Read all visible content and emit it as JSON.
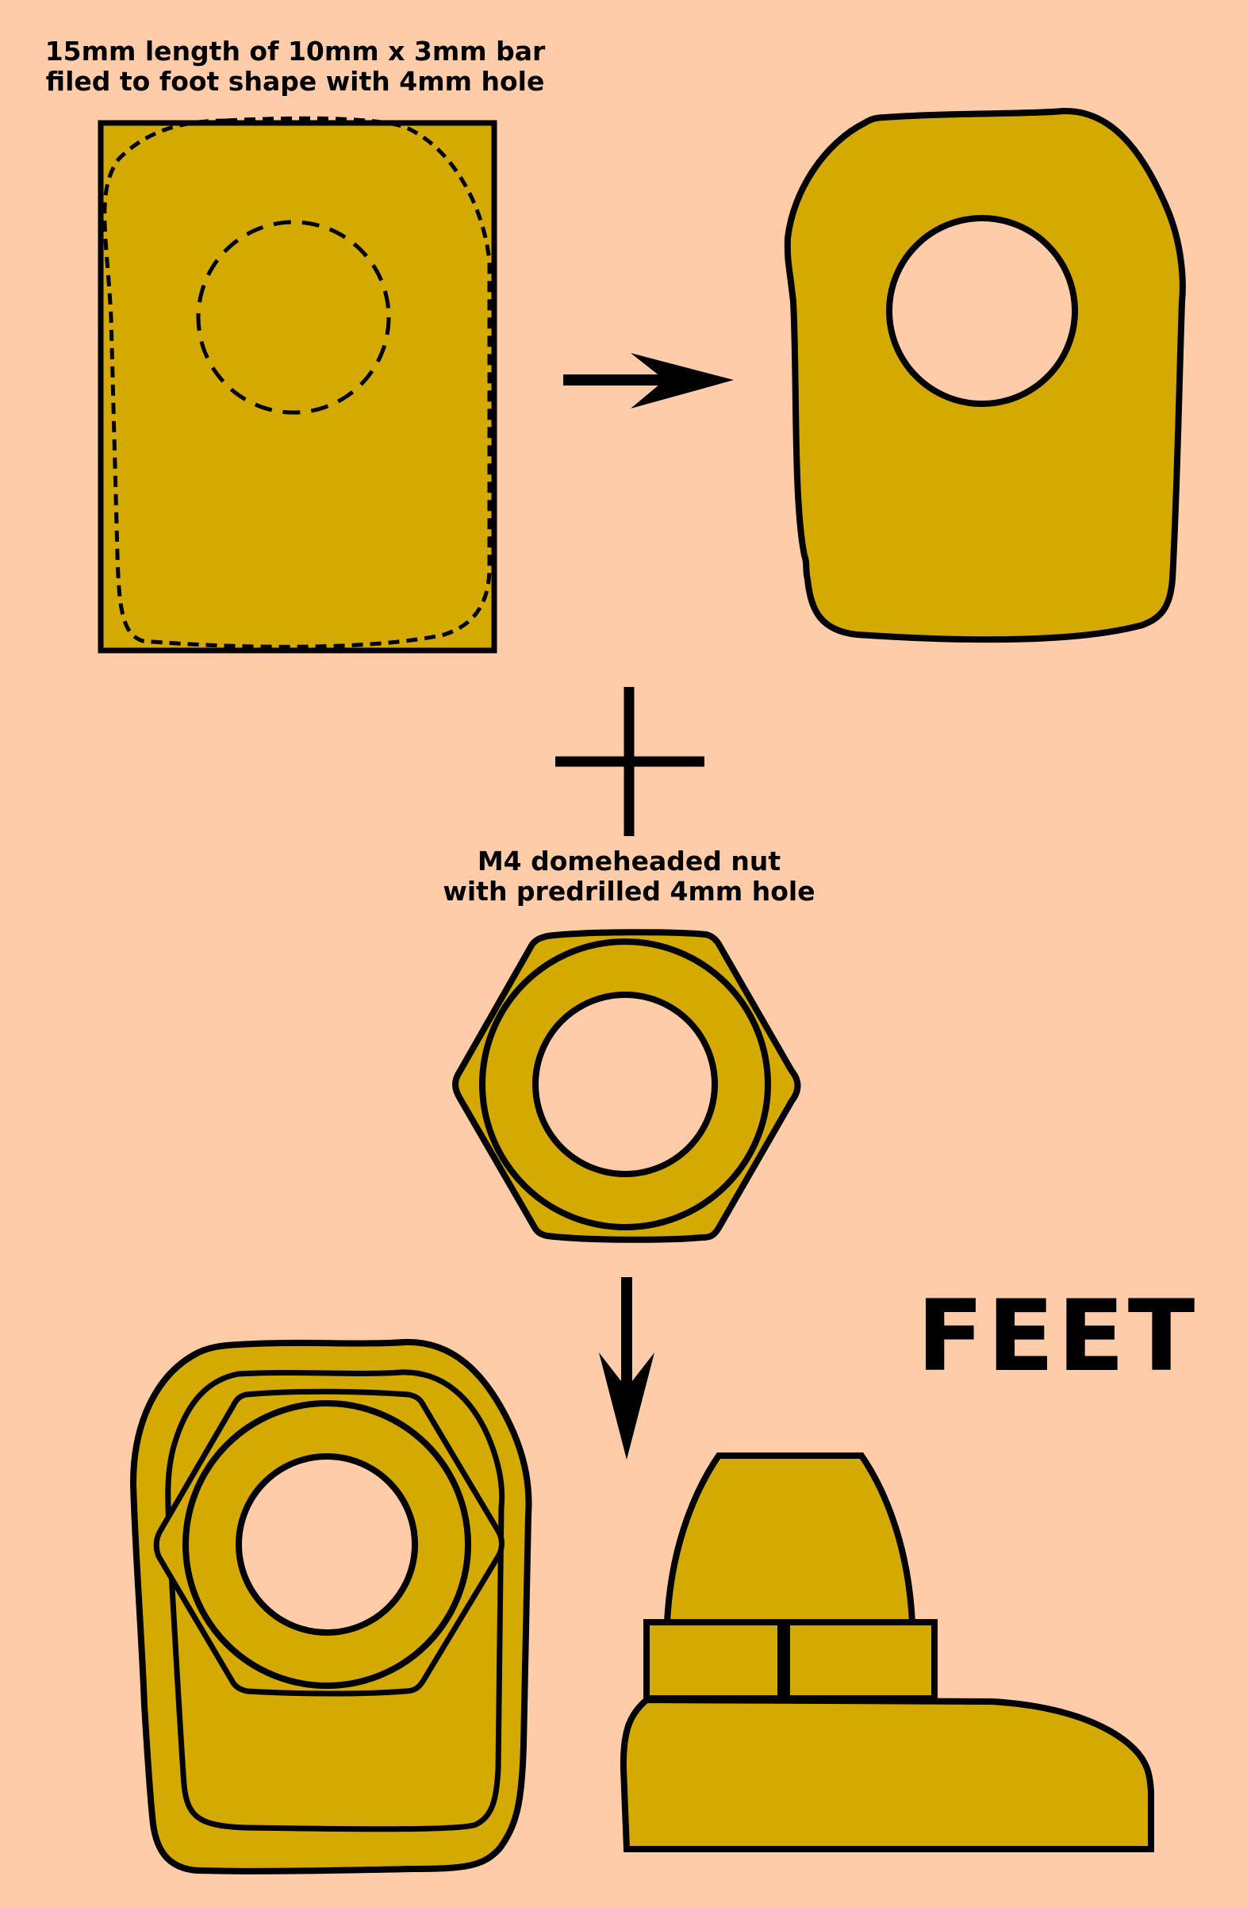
{
  "captions": {
    "bar_line1": "15mm length of 10mm x 3mm bar",
    "bar_line2": "filed to foot shape with 4mm hole",
    "nut_line1": "M4 domeheaded nut",
    "nut_line2": "with predrilled 4mm hole"
  },
  "title": "FEET",
  "colors": {
    "background": "#FFCCAA",
    "metal": "#D4AA00",
    "outline": "#000000"
  }
}
